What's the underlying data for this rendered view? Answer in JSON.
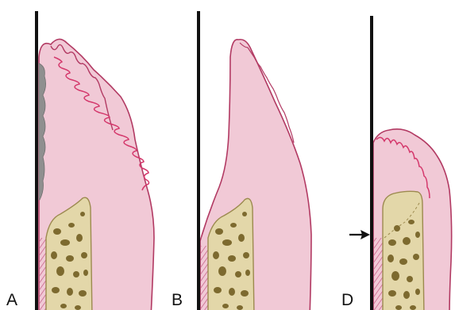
{
  "panels": [
    {
      "id": "A",
      "label": "A"
    },
    {
      "id": "B",
      "label": "B"
    },
    {
      "id": "D",
      "label": "D"
    }
  ],
  "colors": {
    "gingiva_fill": "#f1c9d6",
    "gingiva_outline": "#b23a63",
    "rete_pegs": "#d4386c",
    "bone_fill": "#e3d7a9",
    "bone_outline": "#9c8a4f",
    "bone_pores": "#7d6a2f",
    "plaque": "#8f8f8f",
    "tooth_line": "#111111",
    "arrow": "#111111"
  },
  "icons": [
    "arrow-right-icon"
  ]
}
